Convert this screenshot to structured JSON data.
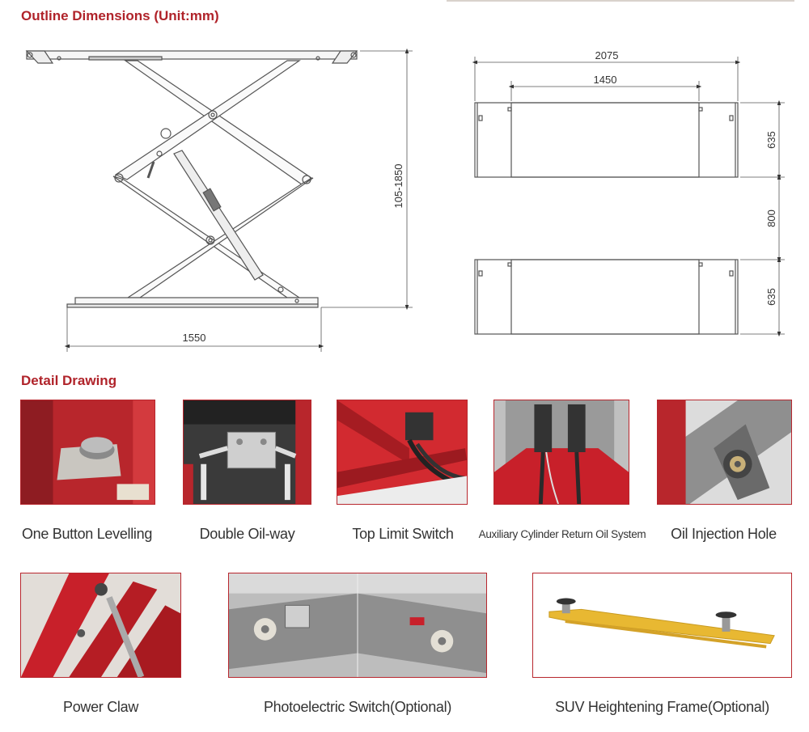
{
  "sections": {
    "outline_title": "Outline Dimensions  (Unit:mm)",
    "detail_title": "Detail Drawing"
  },
  "dimensions": {
    "side_width": "1550",
    "side_height": "105-1850",
    "top_total_width": "2075",
    "top_platform_length": "1450",
    "top_platform_width_1": "635",
    "top_gap": "800",
    "top_platform_width_2": "635"
  },
  "details": [
    {
      "caption": "One Button Levelling"
    },
    {
      "caption": "Double Oil-way"
    },
    {
      "caption": "Top Limit Switch"
    },
    {
      "caption": "Auxiliary Cylinder Return Oil System"
    },
    {
      "caption": "Oil Injection Hole"
    },
    {
      "caption": "Power Claw"
    },
    {
      "caption": "Photoelectric Switch(Optional)"
    },
    {
      "caption": "SUV Heightening Frame(Optional)"
    }
  ],
  "colors": {
    "accent": "#b0232a",
    "lift_red": "#c8202a",
    "frame_yellow": "#e8b832"
  }
}
